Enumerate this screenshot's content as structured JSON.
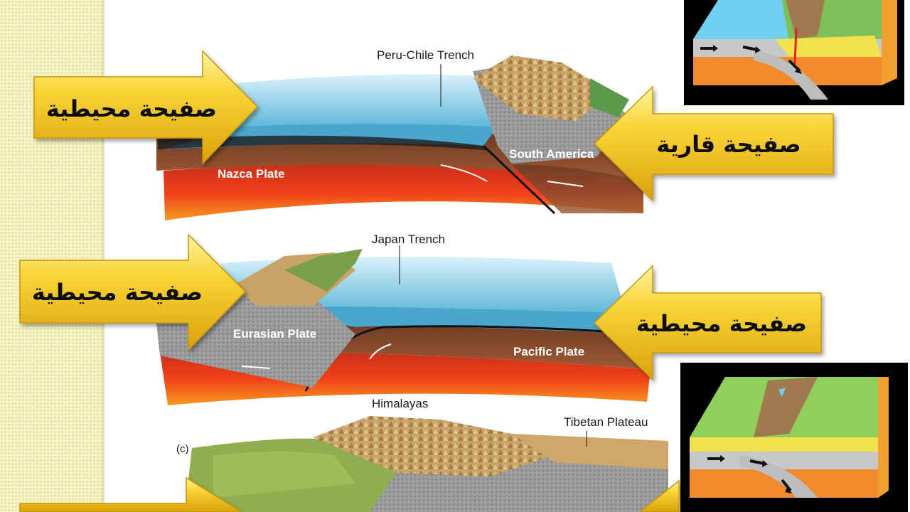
{
  "labels": {
    "peru_chile_trench": "Peru-Chile Trench",
    "nazca_plate": "Nazca Plate",
    "south_america": "South America",
    "japan_trench": "Japan Trench",
    "eurasian_plate": "Eurasian Plate",
    "pacific_plate": "Pacific Plate",
    "himalayas": "Himalayas",
    "tibetan_plateau": "Tibetan Plateau",
    "panel_c": "(c)"
  },
  "arrows": {
    "a1": "صفيحة محيطية",
    "a2": "صفيحة قارية",
    "a3": "صفيحة محيطية",
    "a4": "صفيحة محيطية"
  },
  "colors": {
    "arrow_gold": "#f5c518",
    "ocean": "#7ecbe4",
    "mantle_red": "#e8341c",
    "lithosphere_brown": "#8a4a2a"
  }
}
